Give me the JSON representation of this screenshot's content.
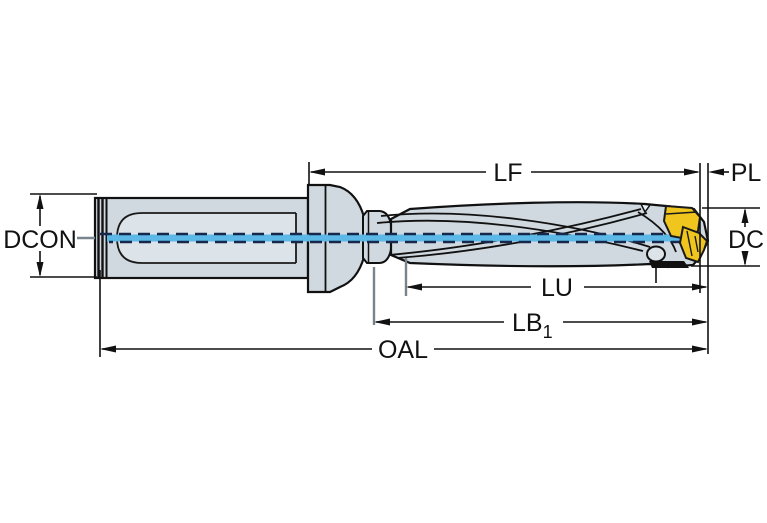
{
  "drawing": {
    "type": "technical-dimension-diagram",
    "subject": "indexable insert drill side view",
    "labels": {
      "dcon": "DCON",
      "lf": "LF",
      "pl": "PL",
      "dc": "DC",
      "lu": "LU",
      "lb1_base": "LB",
      "lb1_sub": "1",
      "oal": "OAL"
    },
    "colors": {
      "background": "#ffffff",
      "body_fill": "#d0d9e0",
      "slot_fill": "#dde4e9",
      "outline": "#111111",
      "insert_yellow": "#f0c61e",
      "centerline_cyan": "#5cb8e6",
      "centerline_navy": "#16294d",
      "dimension_line": "#111111",
      "extension_gray": "#7a848c"
    }
  }
}
